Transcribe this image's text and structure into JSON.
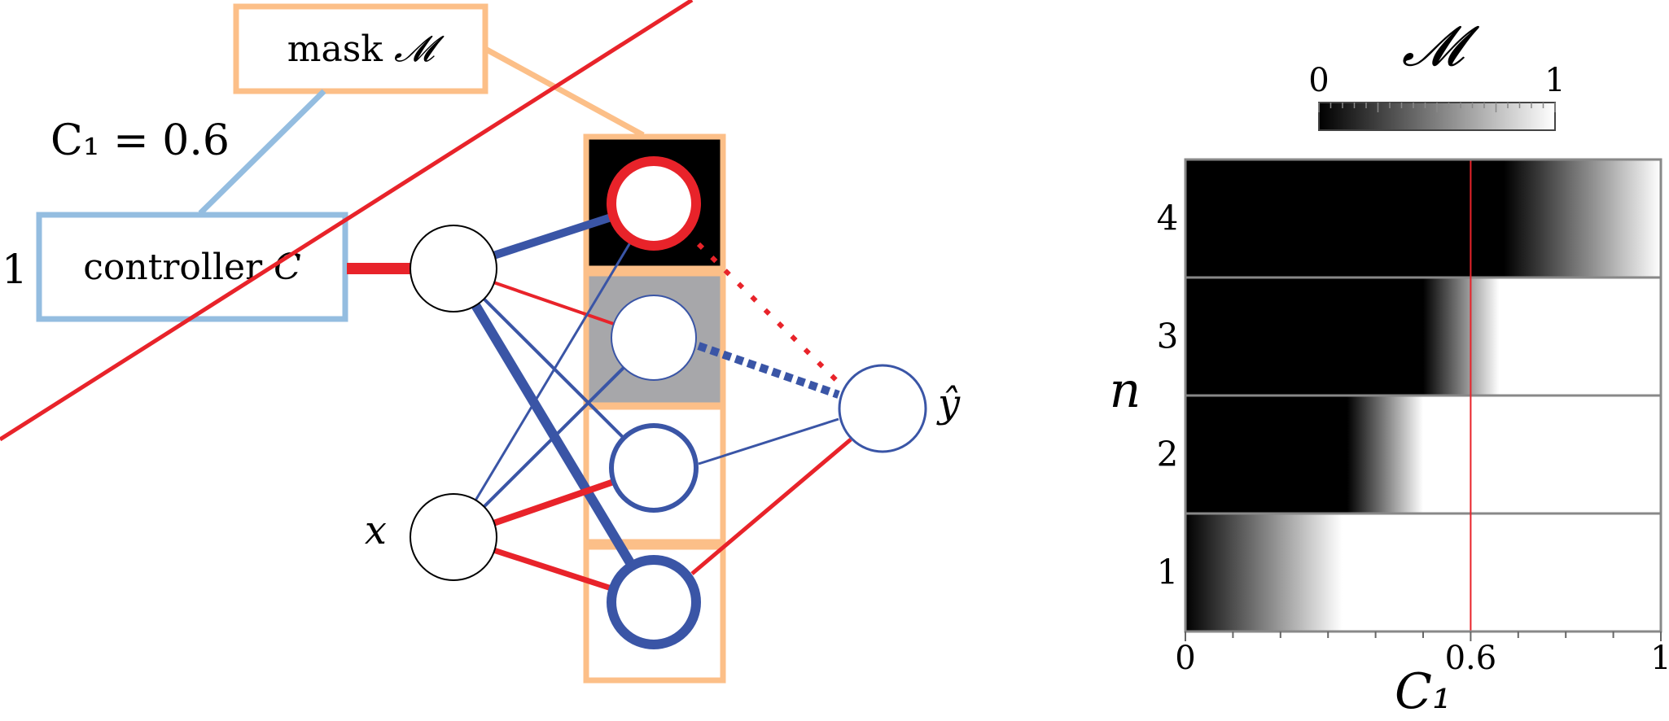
{
  "diagram": {
    "mask_label": "mask ",
    "mask_symbol": "𝓜",
    "controller_label": "controller ",
    "controller_symbol": "C",
    "controller_input": "1",
    "c1_equation": "C₁ = 0.6",
    "input_label": "x",
    "output_label": "ŷ",
    "colors": {
      "mask_box": "#fcbf88",
      "controller_box": "#94bde0",
      "positive_edge": "#e8232a",
      "negative_edge": "#3a55a6",
      "node_border_hidden": "#3a55a6"
    },
    "hidden_unit_masks": [
      0.0,
      0.64,
      1.0,
      1.0
    ]
  },
  "chart_data": {
    "type": "heatmap",
    "title": "𝓜",
    "colorbar": {
      "label": "𝓜",
      "min_label": "0",
      "max_label": "1",
      "range": [
        0,
        1
      ],
      "colormap": "gray"
    },
    "xlabel": "C₁",
    "ylabel": "n",
    "xlim": [
      0,
      1
    ],
    "x_tick_labels": [
      "0",
      "0.6",
      "1"
    ],
    "x_tick_values": [
      0,
      0.6,
      1
    ],
    "y_tick_labels": [
      "1",
      "2",
      "3",
      "4"
    ],
    "rows": [
      {
        "n": 1,
        "mask_transition_start": 0.0,
        "mask_transition_end": 0.33
      },
      {
        "n": 2,
        "mask_transition_start": 0.34,
        "mask_transition_end": 0.5
      },
      {
        "n": 3,
        "mask_transition_start": 0.5,
        "mask_transition_end": 0.66
      },
      {
        "n": 4,
        "mask_transition_start": 0.67,
        "mask_transition_end": 1.0
      }
    ],
    "marker_line": {
      "x": 0.6,
      "color": "#e8232a"
    },
    "grid": false
  }
}
